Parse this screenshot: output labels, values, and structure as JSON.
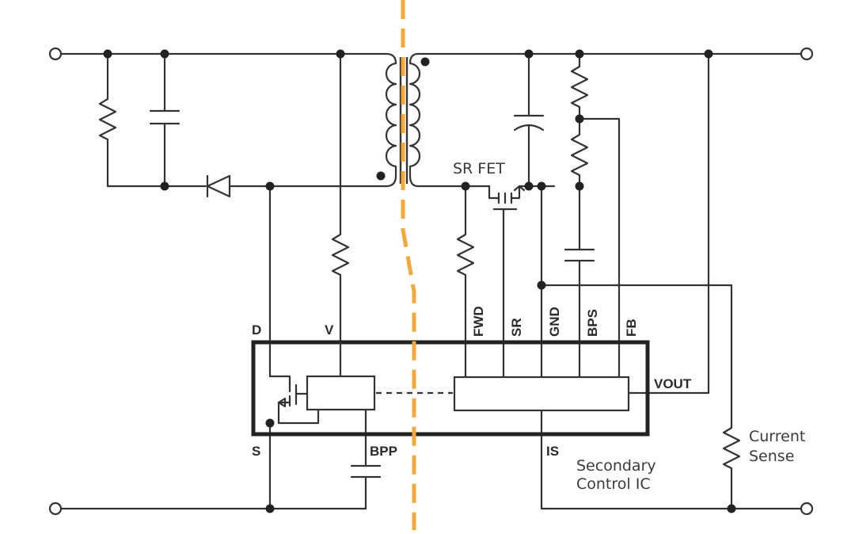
{
  "diagram": {
    "pins_primary": {
      "d": "D",
      "v": "V",
      "s": "S",
      "bpp": "BPP"
    },
    "pins_secondary": {
      "fwd": "FWD",
      "sr": "SR",
      "gnd": "GND",
      "bps": "BPS",
      "fb": "FB",
      "vout": "VOUT",
      "is": "IS"
    },
    "labels": {
      "sr_fet": "SR FET",
      "secondary_ic_line1": "Secondary",
      "secondary_ic_line2": "Control IC",
      "current_sense_line1": "Current",
      "current_sense_line2": "Sense"
    },
    "colors": {
      "isolation": "#F2A83A",
      "wire": "#333333"
    }
  }
}
